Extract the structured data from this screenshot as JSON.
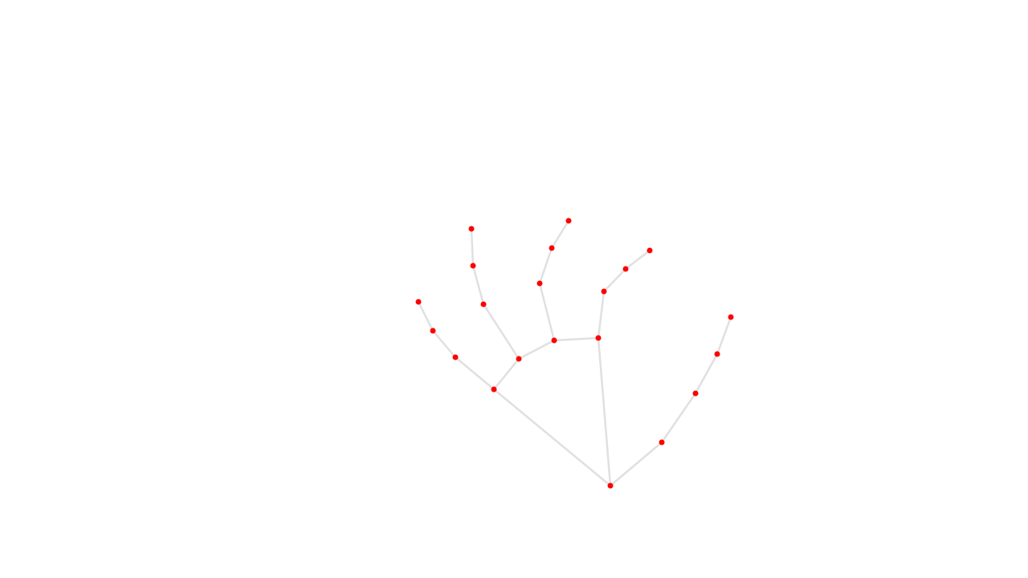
{
  "hand_skeleton": {
    "style": {
      "bone_color": "#e0e0e0",
      "joint_color": "#ff0000"
    },
    "landmarks": [
      {
        "id": 0,
        "name": "wrist"
      },
      {
        "id": 1,
        "name": "thumb-cmc"
      },
      {
        "id": 2,
        "name": "thumb-mcp"
      },
      {
        "id": 3,
        "name": "thumb-ip"
      },
      {
        "id": 4,
        "name": "thumb-tip"
      },
      {
        "id": 5,
        "name": "index-mcp"
      },
      {
        "id": 6,
        "name": "index-pip"
      },
      {
        "id": 7,
        "name": "index-dip"
      },
      {
        "id": 8,
        "name": "index-tip"
      },
      {
        "id": 9,
        "name": "middle-mcp"
      },
      {
        "id": 10,
        "name": "middle-pip"
      },
      {
        "id": 11,
        "name": "middle-dip"
      },
      {
        "id": 12,
        "name": "middle-tip"
      },
      {
        "id": 13,
        "name": "ring-mcp"
      },
      {
        "id": 14,
        "name": "ring-pip"
      },
      {
        "id": 15,
        "name": "ring-dip"
      },
      {
        "id": 16,
        "name": "ring-tip"
      },
      {
        "id": 17,
        "name": "pinky-mcp"
      },
      {
        "id": 18,
        "name": "pinky-pip"
      },
      {
        "id": 19,
        "name": "pinky-dip"
      },
      {
        "id": 20,
        "name": "pinky-tip"
      }
    ],
    "connections": [
      [
        0,
        1
      ],
      [
        1,
        2
      ],
      [
        2,
        3
      ],
      [
        3,
        4
      ],
      [
        0,
        5
      ],
      [
        5,
        6
      ],
      [
        6,
        7
      ],
      [
        7,
        8
      ],
      [
        5,
        9
      ],
      [
        9,
        10
      ],
      [
        10,
        11
      ],
      [
        11,
        12
      ],
      [
        9,
        13
      ],
      [
        13,
        14
      ],
      [
        14,
        15
      ],
      [
        15,
        16
      ],
      [
        13,
        17
      ],
      [
        0,
        17
      ],
      [
        17,
        18
      ],
      [
        18,
        19
      ],
      [
        19,
        20
      ]
    ]
  }
}
